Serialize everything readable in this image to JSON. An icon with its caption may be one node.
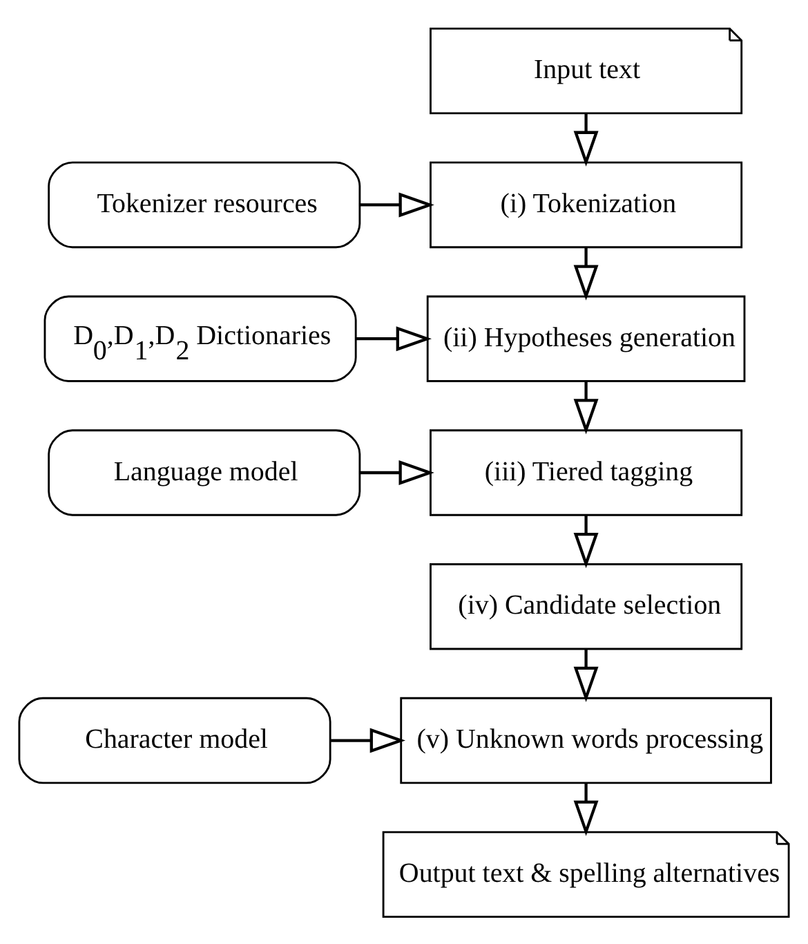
{
  "diagram": {
    "nodes": [
      {
        "text": [
          "Input text"
        ]
      },
      {
        "text": [
          "Tokenizer resources"
        ]
      },
      {
        "text": [
          "(i) Tokenization"
        ]
      },
      {
        "text": [
          "D$_{0}$,D$_{1}$,D$_{2}$ Dictionaries"
        ]
      },
      {
        "text": [
          "(ii) Hypotheses generation"
        ]
      },
      {
        "text": [
          "Language model"
        ]
      },
      {
        "text": [
          "(iii) Tiered tagging"
        ]
      },
      {
        "text": [
          "(iv) Candidate selection"
        ]
      },
      {
        "text": [
          "Character model"
        ]
      },
      {
        "text": [
          "(v) Unknown words processing"
        ]
      },
      {
        "text": [
          "Output text & spelling alternatives"
        ]
      }
    ],
    "edges": [
      {
        "from": 0,
        "to": 2,
        "arrow": "to"
      },
      {
        "from": 1,
        "to": 2,
        "arrow": "to"
      },
      {
        "from": 2,
        "to": 4,
        "arrow": "to"
      },
      {
        "from": 3,
        "to": 4,
        "arrow": "to"
      },
      {
        "from": 4,
        "to": 6,
        "arrow": "to"
      },
      {
        "from": 5,
        "to": 6,
        "arrow": "to"
      },
      {
        "from": 6,
        "to": 7,
        "arrow": "to"
      },
      {
        "from": 7,
        "to": 9,
        "arrow": "to"
      },
      {
        "from": 8,
        "to": 9,
        "arrow": "to"
      },
      {
        "from": 9,
        "to": 10,
        "arrow": "to"
      }
    ]
  }
}
